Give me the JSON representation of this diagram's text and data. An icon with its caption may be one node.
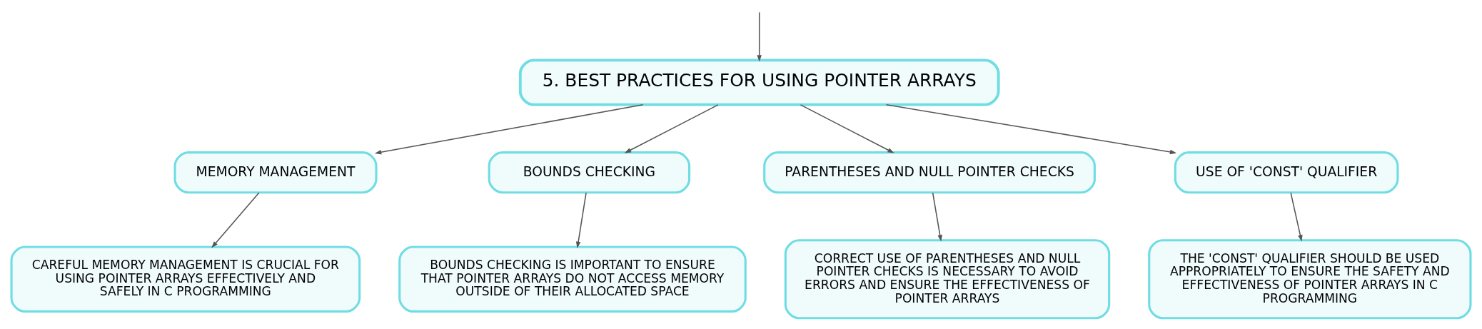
{
  "diagram": {
    "nodes": [
      {
        "text": [
          "5. BEST PRACTICES FOR USING POINTER ARRAYS"
        ]
      },
      {
        "text": [
          "MEMORY MANAGEMENT"
        ]
      },
      {
        "text": [
          "BOUNDS CHECKING"
        ]
      },
      {
        "text": [
          "PARENTHESES AND NULL POINTER CHECKS"
        ]
      },
      {
        "text": [
          "USE OF 'CONST' QUALIFIER"
        ]
      },
      {
        "text": [
          "CAREFUL MEMORY MANAGEMENT IS CRUCIAL FOR USING POINTER ARRAYS EFFECTIVELY AND SAFELY IN C PROGRAMMING"
        ]
      },
      {
        "text": [
          "BOUNDS CHECKING IS IMPORTANT TO ENSURE THAT POINTER ARRAYS DO NOT ACCESS MEMORY OUTSIDE OF THEIR ALLOCATED SPACE"
        ]
      },
      {
        "text": [
          "CORRECT USE OF PARENTHESES AND NULL POINTER CHECKS IS NECESSARY TO AVOID ERRORS AND ENSURE THE EFFECTIVENESS OF POINTER ARRAYS"
        ]
      },
      {
        "text": [
          "THE 'CONST' QUALIFIER SHOULD BE USED APPROPRIATELY TO ENSURE THE SAFETY AND EFFECTIVENESS OF POINTER ARRAYS IN C PROGRAMMING"
        ]
      }
    ],
    "edges": [
      {
        "from": null,
        "to": 0,
        "arrow": "to"
      },
      {
        "from": 0,
        "to": 1,
        "arrow": "to"
      },
      {
        "from": 0,
        "to": 2,
        "arrow": "to"
      },
      {
        "from": 0,
        "to": 3,
        "arrow": "to"
      },
      {
        "from": 0,
        "to": 4,
        "arrow": "to"
      },
      {
        "from": 1,
        "to": 5,
        "arrow": "to"
      },
      {
        "from": 2,
        "to": 6,
        "arrow": "to"
      },
      {
        "from": 3,
        "to": 7,
        "arrow": "to"
      },
      {
        "from": 4,
        "to": 8,
        "arrow": "to"
      }
    ]
  }
}
